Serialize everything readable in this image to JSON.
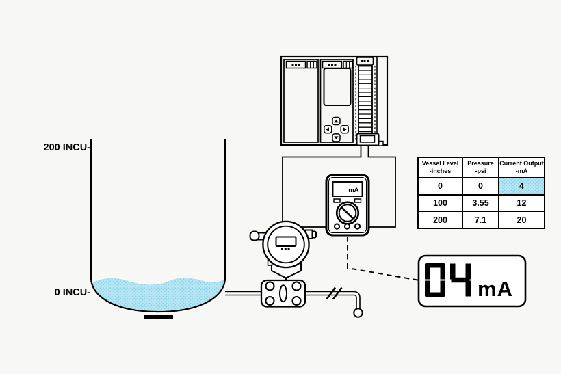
{
  "colors": {
    "bg": "#f7f7f5",
    "ink": "#000000",
    "paper": "#ffffff",
    "water-fill": "#b6e6f4",
    "water-dot": "#8ad0e4"
  },
  "tank": {
    "label_top": "200 INCU-",
    "label_bottom": "0 INCU-"
  },
  "plc": {
    "dpad": [
      "up",
      "right",
      "down",
      "left"
    ]
  },
  "multimeter": {
    "display_unit": "mA"
  },
  "readout": {
    "digits": "04",
    "unit": "mA"
  },
  "table": {
    "headers": [
      {
        "title": "Vessel Level",
        "unit": "-inches"
      },
      {
        "title": "Pressure",
        "unit": "-psi"
      },
      {
        "title": "Current Output",
        "unit": "-mA"
      }
    ],
    "rows": [
      {
        "cells": [
          "0",
          "0",
          "4"
        ]
      },
      {
        "cells": [
          "100",
          "3.55",
          "12"
        ]
      },
      {
        "cells": [
          "200",
          "7.1",
          "20"
        ]
      }
    ],
    "highlight": {
      "row": 0,
      "col": 2
    }
  }
}
